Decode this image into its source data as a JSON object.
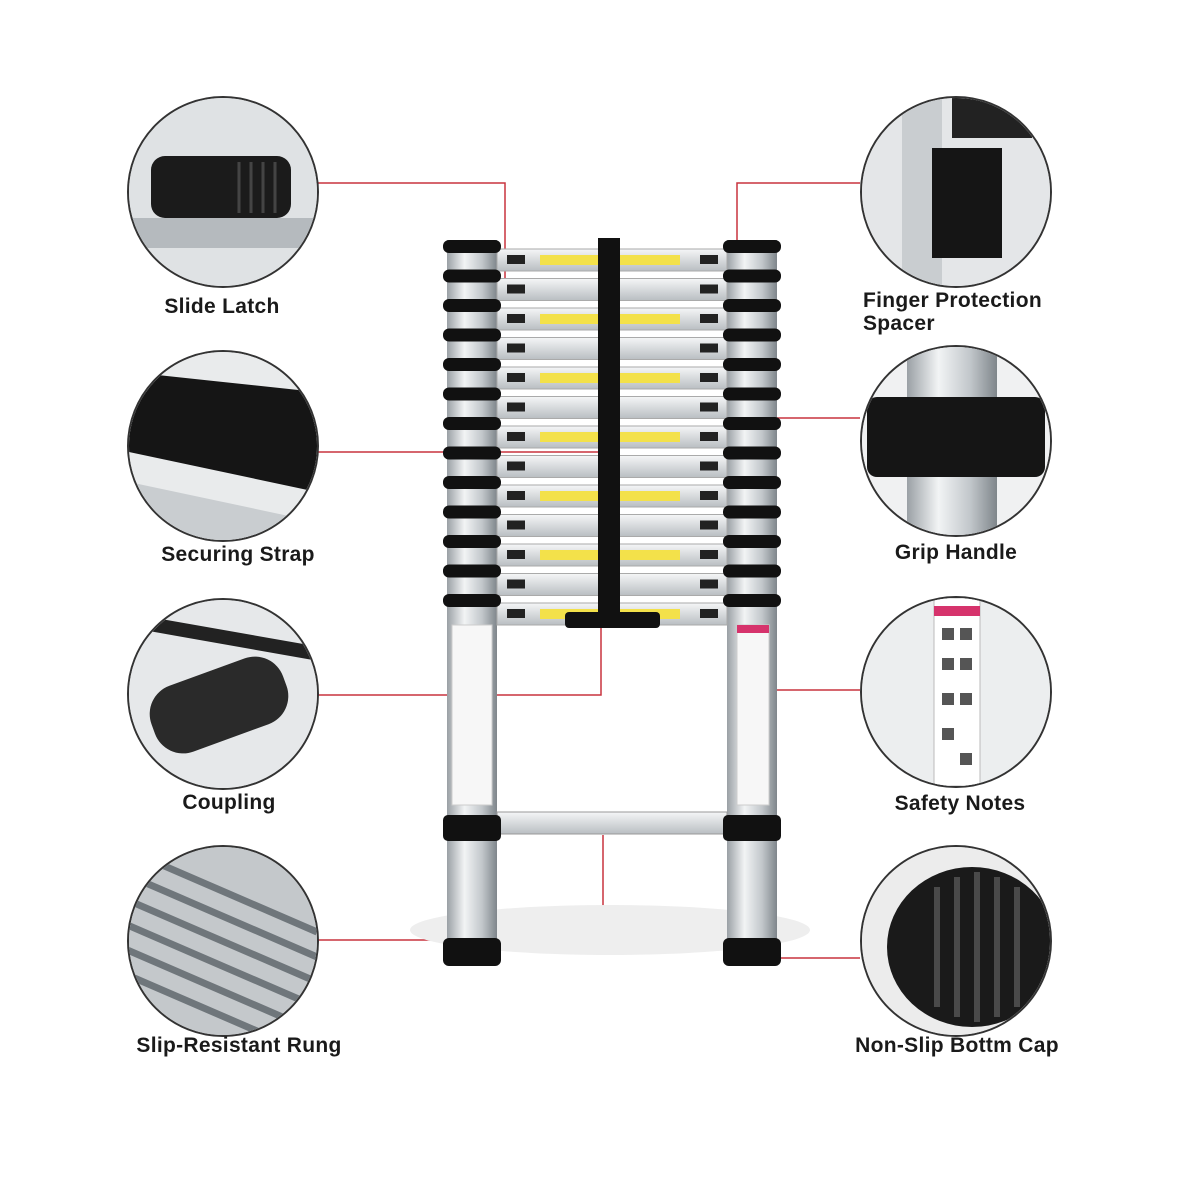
{
  "labels": {
    "slide_latch": "Slide Latch",
    "securing_strap": "Securing Strap",
    "coupling": "Coupling",
    "slip_resistant_rung": "Slip-Resistant Rung",
    "finger_protection_1": "Finger Protection",
    "finger_protection_2": "Spacer",
    "grip_handle": "Grip Handle",
    "safety_notes": "Safety Notes",
    "non_slip_cap": "Non-Slip Bottm Cap"
  },
  "colors": {
    "callout_line": "#c8343f",
    "rubber": "#111111",
    "aluminium": "#cfd3d6",
    "sticker": "#f3e14a"
  }
}
